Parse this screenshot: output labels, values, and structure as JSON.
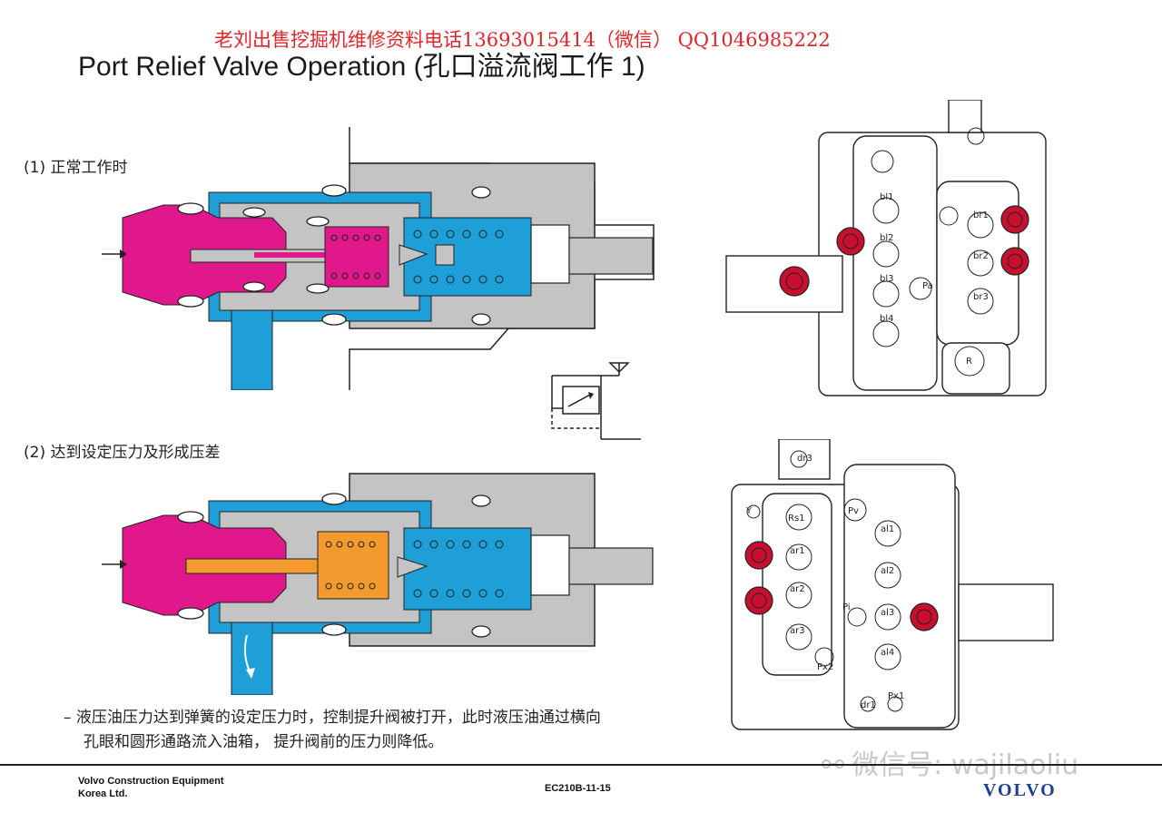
{
  "header": {
    "watermark": "老刘出售挖掘机维修资料电话13693015414（微信） QQ1046985222",
    "title": "Port Relief Valve Operation (孔口溢流阀工作 1)"
  },
  "sections": {
    "normal": "(1) 正常工作时",
    "pressure": "(2) 达到设定压力及形成压差"
  },
  "note": {
    "line1": "–  液压油压力达到弹簧的设定压力时，控制提升阀被打开，此时液压油通过横向",
    "line2": "孔眼和圆形通路流入油箱，  提升阀前的压力则降低。"
  },
  "block_top_labels": {
    "bl1": "bl1",
    "bl2": "bl2",
    "bl3": "bl3",
    "bl4": "bl4",
    "br1": "br1",
    "br2": "br2",
    "br3": "br3",
    "pa": "Pa",
    "r": "R"
  },
  "block_bottom_labels": {
    "dr3": "dr3",
    "y": "Y",
    "rs1": "Rs1",
    "pv": "Pv",
    "ar1": "ar1",
    "ar2": "ar2",
    "ar3": "ar3",
    "al1": "al1",
    "al2": "al2",
    "al3": "al3",
    "al4": "al4",
    "pi": "Pi",
    "px2": "Px2",
    "dr1": "dr1",
    "px1": "Px1"
  },
  "footer": {
    "company_line1": "Volvo Construction Equipment",
    "company_line2": "Korea Ltd.",
    "doc_code": "EC210B-11-15",
    "brand": "VOLVO",
    "wechat": "微信号: wajilaoliu"
  },
  "colors": {
    "magenta": "#e0188c",
    "cyan": "#1e9fd8",
    "orange": "#f29a2e",
    "gray": "#bdbdbd",
    "relief_red": "#c8102e",
    "brand_blue": "#1c3f8f"
  }
}
